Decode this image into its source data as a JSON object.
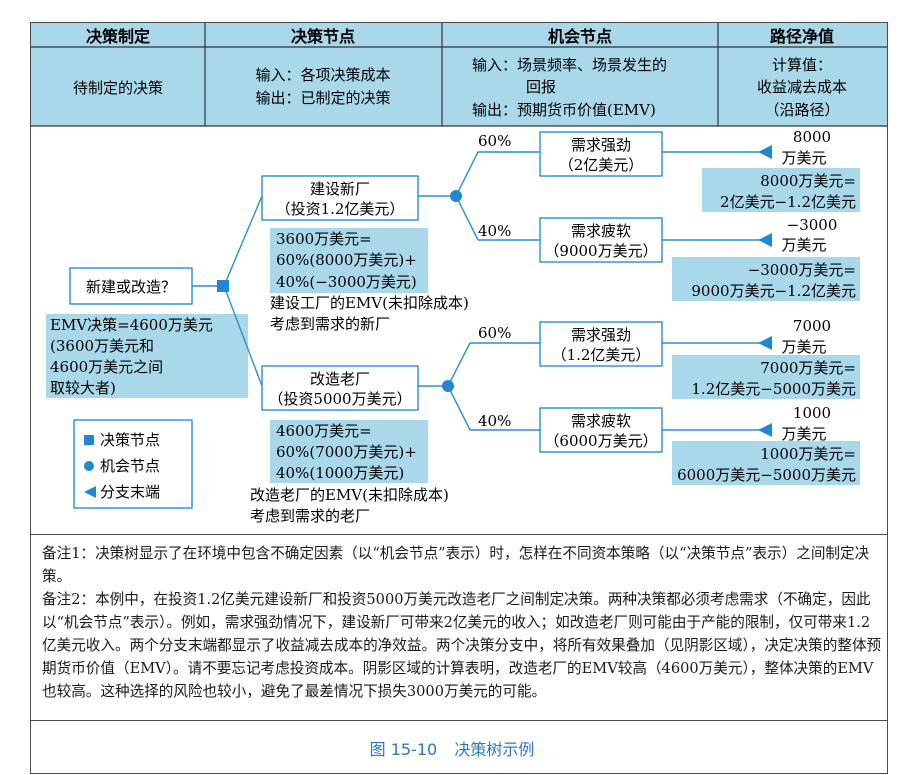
{
  "header": {
    "columns": [
      "决策制定",
      "决策节点",
      "机会节点",
      "路径净值"
    ],
    "row2": {
      "col1": "待制定的决策",
      "col2": [
        "输入：各项决策成本",
        "输出：已制定的决策"
      ],
      "col3": [
        "输入：场景频率、场景发生的",
        "回报",
        "输出：预期货币价值(EMV)"
      ],
      "col4": [
        "计算值：",
        "收益减去成本",
        "（沿路径）"
      ]
    }
  },
  "tree": {
    "root": "新建或改造？",
    "decision_summary": [
      "EMV决策=4600万美元",
      "(3600万美元和",
      "4600万美元之间",
      "取较大者)"
    ],
    "option_new": {
      "label": [
        "建设新厂",
        "（投资1.2亿美元）"
      ],
      "emv_box": [
        "3600万美元=",
        "60%(8000万美元)+",
        "40%(−3000万美元)"
      ],
      "note": [
        "建设工厂的EMV(未扣除成本)",
        "考虑到需求的新厂"
      ],
      "branches": [
        {
          "prob": "60%",
          "label": [
            "需求强劲",
            "（2亿美元）"
          ],
          "end_value": [
            "8000",
            "万美元"
          ],
          "calc": [
            "8000万美元=",
            "2亿美元−1.2亿美元"
          ]
        },
        {
          "prob": "40%",
          "label": [
            "需求疲软",
            "（9000万美元）"
          ],
          "end_value": [
            "−3000",
            "万美元"
          ],
          "calc": [
            "−3000万美元=",
            "9000万美元−1.2亿美元"
          ]
        }
      ]
    },
    "option_old": {
      "label": [
        "改造老厂",
        "（投资5000万美元）"
      ],
      "emv_box": [
        "4600万美元=",
        "60%(7000万美元)+",
        "40%(1000万美元)"
      ],
      "note": [
        "改造老厂的EMV(未扣除成本)",
        "考虑到需求的老厂"
      ],
      "branches": [
        {
          "prob": "60%",
          "label": [
            "需求强劲",
            "（1.2亿美元）"
          ],
          "end_value": [
            "7000",
            "万美元"
          ],
          "calc": [
            "7000万美元=",
            "1.2亿美元−5000万美元"
          ]
        },
        {
          "prob": "40%",
          "label": [
            "需求疲软",
            "（6000万美元）"
          ],
          "end_value": [
            "1000",
            "万美元"
          ],
          "calc": [
            "1000万美元=",
            "6000万美元−5000万美元"
          ]
        }
      ]
    },
    "legend": [
      "决策节点",
      "机会节点",
      "分支末端"
    ]
  },
  "notes": [
    "备注1：决策树显示了在环境中包含不确定因素（以“机会节点”表示）时，怎样在不同资本策略（以“决策节点”表示）之间制定决策。",
    "备注2：本例中，在投资1.2亿美元建设新厂和投资5000万美元改造老厂之间制定决策。两种决策都必须考虑需求（不确定，因此以“机会节点”表示）。例如，需求强劲情况下，建设新厂可带来2亿美元的收入；如改造老厂则可能由于产能的限制，仅可带来1.2亿美元收入。两个分支末端都显示了收益减去成本的净效益。两个决策分支中，将所有效果叠加（见阴影区域），决定决策的整体预期货币价值（EMV）。请不要忘记考虑投资成本。阴影区域的计算表明，改造老厂的EMV较高（4600万美元），整体决策的EMV也较高。这种选择的风险也较小，避免了最差情况下损失3000万美元的可能。"
  ],
  "caption": {
    "number": "图 15-10",
    "title": "决策树示例"
  },
  "colors": {
    "header_bg": "#a9d8ea",
    "shade": "#a9d8ea",
    "node": "#1e88d2",
    "line": "#2b8fd0"
  }
}
